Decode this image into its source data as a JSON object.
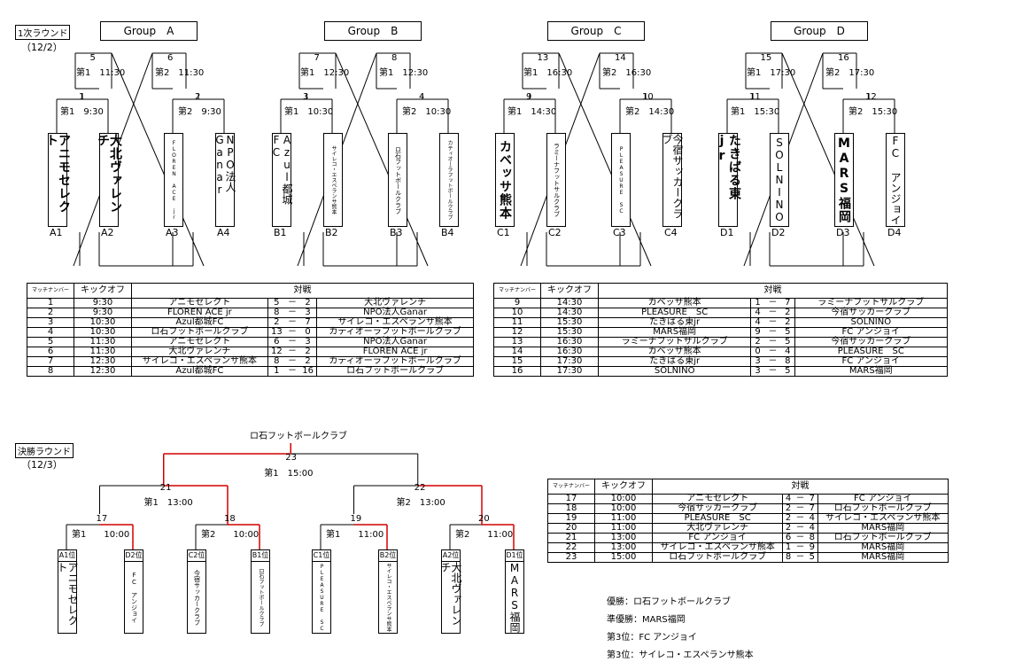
{
  "round1": {
    "title": "1次ラウンド",
    "date": "（12/2）",
    "groups": [
      {
        "name": "Group　A",
        "teams": [
          {
            "code": "A1",
            "name": "アニモセレクト"
          },
          {
            "code": "A2",
            "name": "大北ヴァレンチ"
          },
          {
            "code": "A3",
            "name": "FLOREN ACE jr"
          },
          {
            "code": "A4",
            "name": "NPO法人Ganar"
          }
        ],
        "matches": {
          "lt": {
            "no": "1",
            "slot": "第1　9:30"
          },
          "rt": {
            "no": "2",
            "slot": "第2　9:30"
          },
          "lc": {
            "no": "5",
            "slot": "第1　11:30"
          },
          "rc": {
            "no": "6",
            "slot": "第2　11:30"
          }
        }
      },
      {
        "name": "Group　B",
        "teams": [
          {
            "code": "B1",
            "name": "Azul都城FC"
          },
          {
            "code": "B2",
            "name": "サイレコ・エスペランサ熊本"
          },
          {
            "code": "B3",
            "name": "ロ石フットボールクラブ"
          },
          {
            "code": "B4",
            "name": "カティオーラフットボールクラブ"
          }
        ],
        "matches": {
          "lt": {
            "no": "3",
            "slot": "第1　10:30"
          },
          "rt": {
            "no": "4",
            "slot": "第2　10:30"
          },
          "lc": {
            "no": "7",
            "slot": "第1　12:30"
          },
          "rc": {
            "no": "8",
            "slot": "第1　12:30"
          }
        }
      },
      {
        "name": "Group　C",
        "teams": [
          {
            "code": "C1",
            "name": "カベッサ熊本"
          },
          {
            "code": "C2",
            "name": "ラミーナフットサルクラブ"
          },
          {
            "code": "C3",
            "name": "PLEASURE SC"
          },
          {
            "code": "C4",
            "name": "今宿サッカークラブ"
          }
        ],
        "matches": {
          "lt": {
            "no": "9",
            "slot": "第1　14:30"
          },
          "rt": {
            "no": "10",
            "slot": "第2　14:30"
          },
          "lc": {
            "no": "13",
            "slot": "第1　16:30"
          },
          "rc": {
            "no": "14",
            "slot": "第2　16:30"
          }
        }
      },
      {
        "name": "Group　D",
        "teams": [
          {
            "code": "D1",
            "name": "たきばる東jr"
          },
          {
            "code": "D2",
            "name": "SOLNINO"
          },
          {
            "code": "D3",
            "name": "MARS福岡"
          },
          {
            "code": "D4",
            "name": "FC アンジョイ"
          }
        ],
        "matches": {
          "lt": {
            "no": "11",
            "slot": "第1　15:30"
          },
          "rt": {
            "no": "12",
            "slot": "第2　15:30"
          },
          "lc": {
            "no": "15",
            "slot": "第1　17:30"
          },
          "rc": {
            "no": "16",
            "slot": "第2　17:30"
          }
        }
      }
    ]
  },
  "table_headers": {
    "no": "マッチナンバー",
    "kickoff": "キックオフ",
    "match": "対戦"
  },
  "results1": [
    {
      "no": "1",
      "time": "9:30",
      "home": "アニモセレクト",
      "hs": "5",
      "as": "2",
      "away": "大北ヴァレンチ"
    },
    {
      "no": "2",
      "time": "9:30",
      "home": "FLOREN ACE jr",
      "hs": "8",
      "as": "3",
      "away": "NPO法人Ganar"
    },
    {
      "no": "3",
      "time": "10:30",
      "home": "Azul都城FC",
      "hs": "2",
      "as": "7",
      "away": "サイレコ・エスペランサ熊本"
    },
    {
      "no": "4",
      "time": "10:30",
      "home": "ロ石フットボールクラブ",
      "hs": "13",
      "as": "0",
      "away": "カティオーラフットボールクラブ"
    },
    {
      "no": "5",
      "time": "11:30",
      "home": "アニモセレクト",
      "hs": "6",
      "as": "3",
      "away": "NPO法人Ganar"
    },
    {
      "no": "6",
      "time": "11:30",
      "home": "大北ヴァレンチ",
      "hs": "12",
      "as": "2",
      "away": "FLOREN ACE jr"
    },
    {
      "no": "7",
      "time": "12:30",
      "home": "サイレコ・エスペランサ熊本",
      "hs": "8",
      "as": "2",
      "away": "カティオーラフットボールクラブ"
    },
    {
      "no": "8",
      "time": "12:30",
      "home": "Azul都城FC",
      "hs": "1",
      "as": "16",
      "away": "ロ石フットボールクラブ"
    }
  ],
  "results2": [
    {
      "no": "9",
      "time": "14:30",
      "home": "カベッサ熊本",
      "hs": "1",
      "as": "7",
      "away": "ラミーナフットサルクラブ"
    },
    {
      "no": "10",
      "time": "14:30",
      "home": "PLEASURE　SC",
      "hs": "4",
      "as": "2",
      "away": "今宿サッカークラブ"
    },
    {
      "no": "11",
      "time": "15:30",
      "home": "たきばる東jr",
      "hs": "4",
      "as": "2",
      "away": "SOLNINO"
    },
    {
      "no": "12",
      "time": "15:30",
      "home": "MARS福岡",
      "hs": "9",
      "as": "5",
      "away": "FC アンジョイ"
    },
    {
      "no": "13",
      "time": "16:30",
      "home": "ラミーナフットサルクラブ",
      "hs": "2",
      "as": "5",
      "away": "今宿サッカークラブ"
    },
    {
      "no": "14",
      "time": "16:30",
      "home": "カベッサ熊本",
      "hs": "0",
      "as": "4",
      "away": "PLEASURE　SC"
    },
    {
      "no": "15",
      "time": "17:30",
      "home": "たきばる東jr",
      "hs": "3",
      "as": "8",
      "away": "FC アンジョイ"
    },
    {
      "no": "16",
      "time": "17:30",
      "home": "SOLNINO",
      "hs": "3",
      "as": "5",
      "away": "MARS福岡"
    }
  ],
  "final_round": {
    "title": "決勝ラウンド",
    "date": "（12/3）",
    "champion_top": "ロ石フットボールクラブ",
    "matches": [
      {
        "no": "23",
        "slot": "第1　15:00"
      },
      {
        "no": "21",
        "slot": "第1　13:00"
      },
      {
        "no": "22",
        "slot": "第2　13:00"
      },
      {
        "no": "17",
        "slot": "第1　　10:00"
      },
      {
        "no": "18",
        "slot": "第2　　10:00"
      },
      {
        "no": "19",
        "slot": "第1　　11:00"
      },
      {
        "no": "20",
        "slot": "第2　　11:00"
      }
    ],
    "slots": [
      {
        "pos": "A1位",
        "name": "アニモセレクト"
      },
      {
        "pos": "D2位",
        "name": "FC　アンジョイ"
      },
      {
        "pos": "C2位",
        "name": "今宿サッカークラブ"
      },
      {
        "pos": "B1位",
        "name": "ロ石フットボールクラブ"
      },
      {
        "pos": "C1位",
        "name": "PLEASURE SC"
      },
      {
        "pos": "B2位",
        "name": "サイレコ・エスペランサ熊本"
      },
      {
        "pos": "A2位",
        "name": "大北ヴァレンチ"
      },
      {
        "pos": "D1位",
        "name": "MARS福岡"
      }
    ]
  },
  "results3": [
    {
      "no": "17",
      "time": "10:00",
      "home": "アニモセレクト",
      "hs": "4",
      "as": "7",
      "away": "FC アンジョイ"
    },
    {
      "no": "18",
      "time": "10:00",
      "home": "今宿サッカークラブ",
      "hs": "2",
      "as": "7",
      "away": "ロ石フットボールクラブ"
    },
    {
      "no": "19",
      "time": "11:00",
      "home": "PLEASURE　SC",
      "hs": "2",
      "as": "4",
      "away": "サイレコ・エスペランサ熊本"
    },
    {
      "no": "20",
      "time": "11:00",
      "home": "大北ヴァレンチ",
      "hs": "2",
      "as": "4",
      "away": "MARS福岡"
    },
    {
      "no": "21",
      "time": "13:00",
      "home": "FC アンジョイ",
      "hs": "6",
      "as": "8",
      "away": "ロ石フットボールクラブ"
    },
    {
      "no": "22",
      "time": "13:00",
      "home": "サイレコ・エスペランサ熊本",
      "hs": "1",
      "as": "9",
      "away": "MARS福岡"
    },
    {
      "no": "23",
      "time": "15:00",
      "home": "ロ石フットボールクラブ",
      "hs": "8",
      "as": "5",
      "away": "MARS福岡"
    }
  ],
  "standings": [
    "優勝：ロ石フットボールクラブ",
    "準優勝：MARS福岡",
    "第3位：FC アンジョイ",
    "第3位：サイレコ・エスペランサ熊本"
  ],
  "colors": {
    "win_line": "#d40000",
    "line": "#000000"
  }
}
